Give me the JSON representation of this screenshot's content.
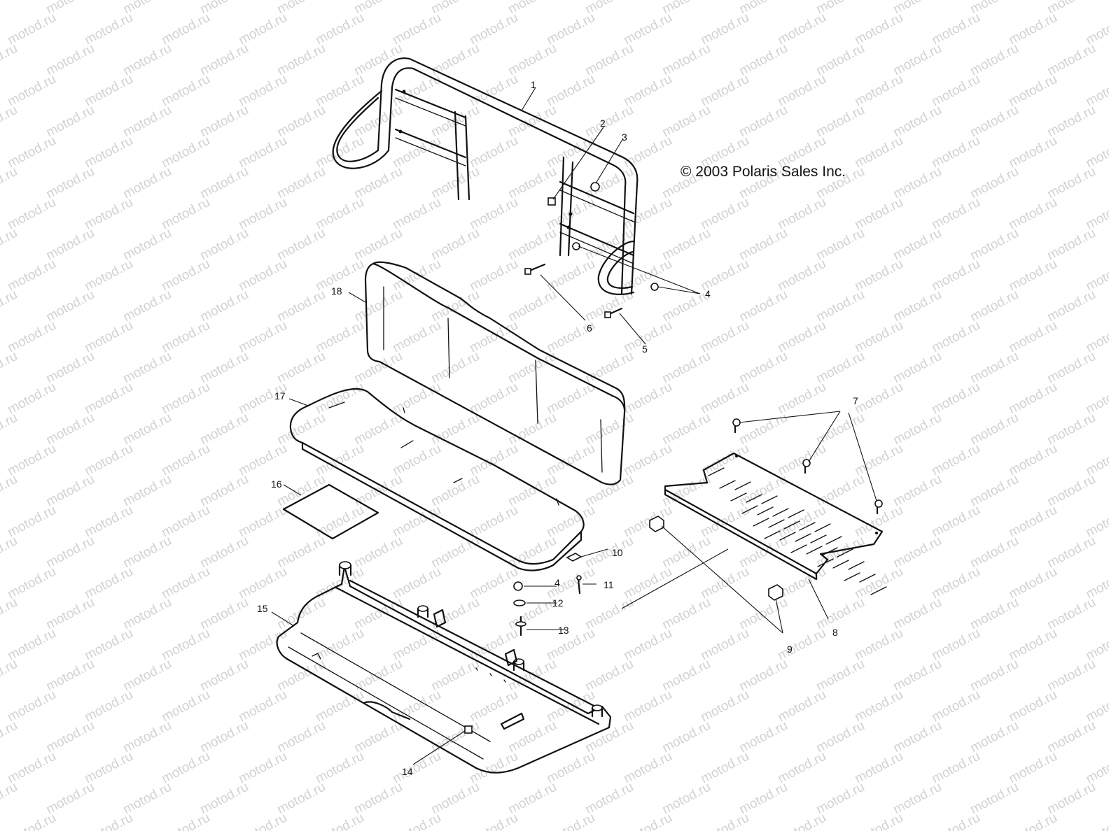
{
  "watermark": "motod.ru",
  "copyright": "© 2003 Polaris Sales Inc.",
  "callouts": [
    "1",
    "2",
    "3",
    "4",
    "4",
    "5",
    "6",
    "7",
    "8",
    "9",
    "10",
    "11",
    "12",
    "13",
    "14",
    "15",
    "16",
    "17",
    "18"
  ],
  "colors": {
    "line": "#111111",
    "watermark": "#d2d2d2",
    "background": "#ffffff"
  }
}
